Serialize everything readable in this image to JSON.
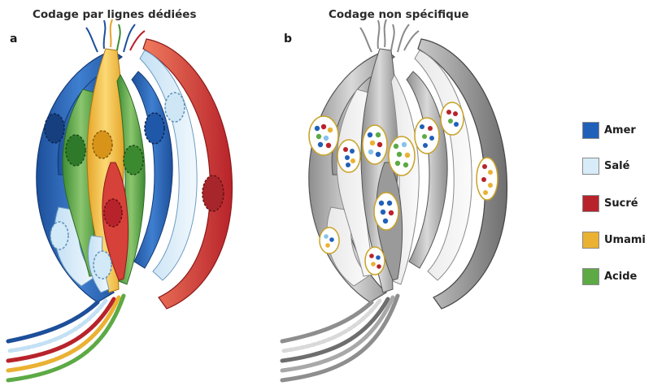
{
  "panel_a": {
    "title": "Codage par lignes dédiées",
    "letter": "a"
  },
  "panel_b": {
    "title": "Codage non spécifique",
    "letter": "b"
  },
  "legend": [
    {
      "label": "Amer",
      "color": "#2160b8"
    },
    {
      "label": "Salé",
      "color": "#d7ecf8"
    },
    {
      "label": "Sucré",
      "color": "#b8232b"
    },
    {
      "label": "Umami",
      "color": "#eab132"
    },
    {
      "label": "Acide",
      "color": "#5daa45"
    }
  ],
  "icons": {
    "taste_bud_a": "taste-bud-illustration",
    "taste_bud_b": "taste-bud-illustration"
  }
}
